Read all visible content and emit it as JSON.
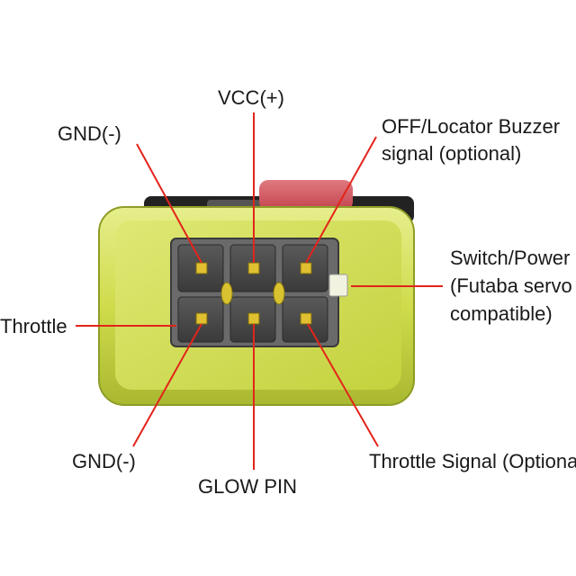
{
  "labels": {
    "vcc": "VCC(+)",
    "gnd_top": "GND(-)",
    "off_locator_line1": "OFF/Locator Buzzer",
    "off_locator_line2": "signal (optional)",
    "switch_line1": "Switch/Power",
    "switch_line2": "(Futaba servo",
    "switch_line3": "compatible)",
    "throttle": "Throttle",
    "gnd_bottom": "GND(-)",
    "glow_pin": "GLOW PIN",
    "throttle_signal": "Throttle Signal (Optional)"
  },
  "colors": {
    "housing": "#c9d94a",
    "housing_dark": "#9aa82a",
    "housing_light": "#e3ec86",
    "connector": "#4a4a4a",
    "pin": "#d9b820",
    "callout_line": "#e3241b",
    "red_cap": "#d9606a",
    "black_body": "#1e1e1e"
  }
}
